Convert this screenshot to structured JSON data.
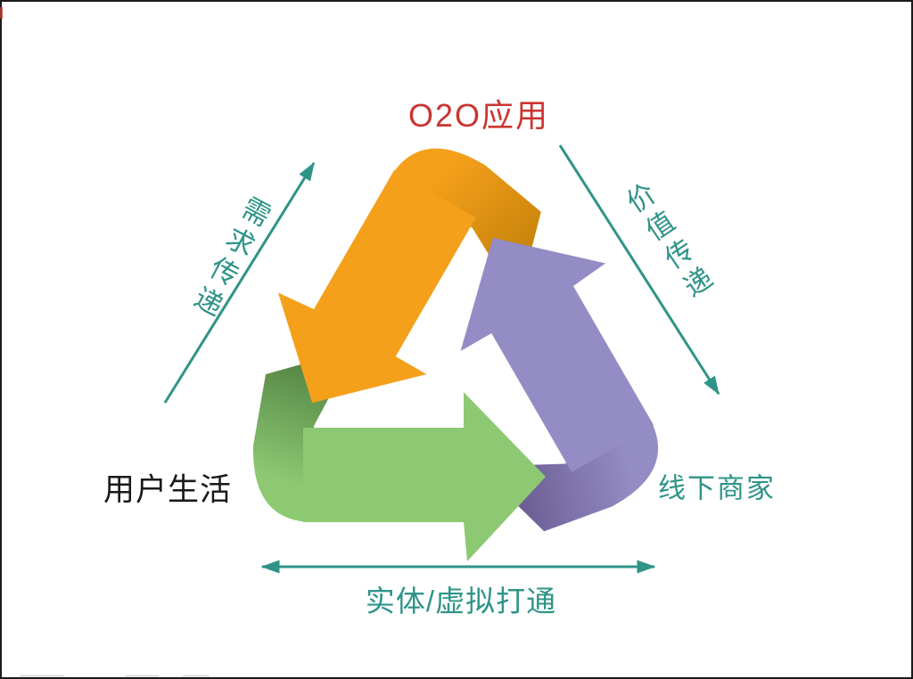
{
  "diagram": {
    "title": "O2O应用",
    "left_node": "用户生活",
    "right_node": "线下商家",
    "left_edge_label": "需求传递",
    "right_edge_label": "价值传递",
    "bottom_edge_label": "实体/虚拟打通"
  },
  "colors": {
    "title_red": "#ca3531",
    "teal": "#2f9488",
    "orange": "#f4a01b",
    "orange_dark": "#bf7e08",
    "green": "#8dc973",
    "green_dark": "#4c7a3d",
    "purple": "#948cc4",
    "purple_dark": "#63548a",
    "text_black": "#1a1a1a"
  }
}
